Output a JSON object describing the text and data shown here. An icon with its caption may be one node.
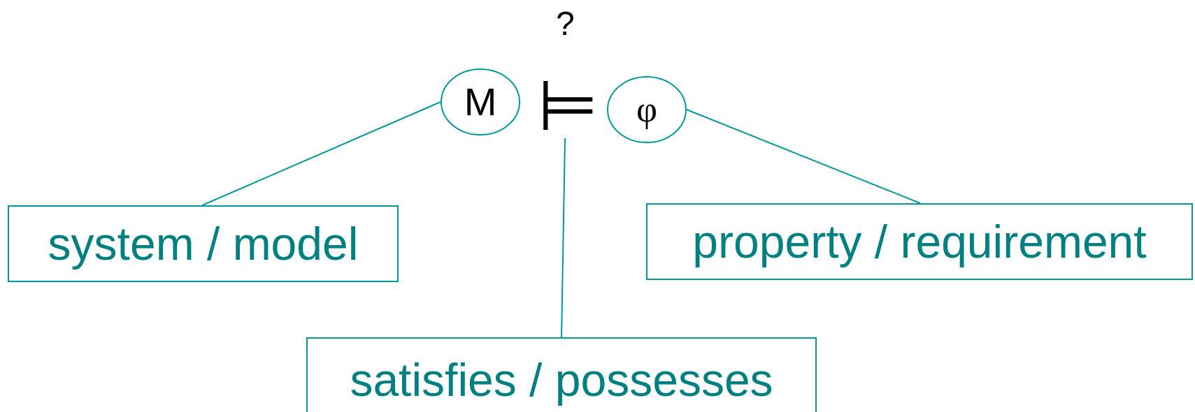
{
  "diagram": {
    "nodes": [
      {
        "text": [
          "M"
        ]
      },
      {
        "text": [
          "⊨"
        ]
      },
      {
        "text": [
          "φ"
        ]
      },
      {
        "text": [
          "system / model"
        ]
      },
      {
        "text": [
          "property / requirement"
        ]
      },
      {
        "text": [
          "satisfies / possesses"
        ]
      }
    ],
    "edges": [
      {
        "from": 3,
        "to": 0,
        "arrow": "none"
      },
      {
        "from": 2,
        "to": 4,
        "arrow": "none"
      },
      {
        "from": 1,
        "to": 5,
        "arrow": "none"
      }
    ],
    "labels": [
      "?"
    ]
  }
}
